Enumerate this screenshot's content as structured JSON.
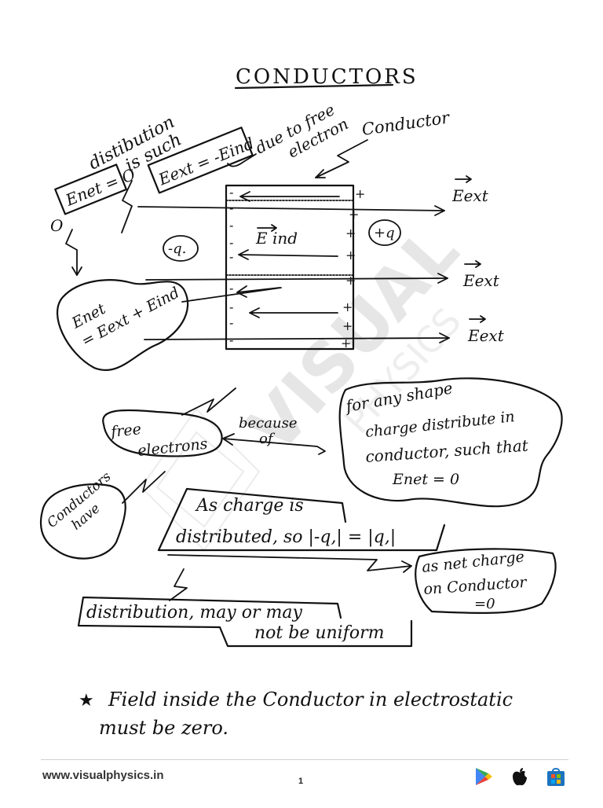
{
  "title": "CONDUCTORS",
  "watermark": {
    "line1": "VISUAL",
    "line2": "PHYSICS"
  },
  "notes": {
    "distribution_such": [
      "distibution",
      "is such"
    ],
    "enet_zero": "Enet = O",
    "eext_minus_eind": "Eext = -Eind",
    "due_to_free_electron": [
      "due to free",
      "electron"
    ],
    "conductor": "Conductor",
    "left_zero": "O",
    "minus_q": "-q.",
    "plus_q": "+q",
    "e_ind": "E ind",
    "e_ext_labels": [
      "Eext",
      "Eext",
      "Eext"
    ],
    "enet_sum": [
      "Enet",
      "= Eext + Eind"
    ],
    "free_electrons": [
      "free",
      "electrons"
    ],
    "because_of": [
      "because",
      "of"
    ],
    "any_shape": [
      "for any shape",
      "charge distribute in",
      "conductor, such that",
      "Enet = 0"
    ],
    "conductors_have": [
      "Conductors",
      "have"
    ],
    "as_charge": [
      "As charge is",
      "distributed, so |-q,| = |q,|"
    ],
    "net_charge": [
      "as net charge",
      "on Conductor",
      "=0"
    ],
    "distribution_uniform": [
      "distribution, may or may",
      "not be uniform"
    ],
    "star": "★",
    "field_inside": [
      "Field inside the Conductor in electrostatic",
      "must be zero."
    ]
  },
  "slab": {
    "left_charges": [
      "-",
      "-",
      "-",
      "-",
      "-",
      "-",
      "-",
      "-",
      "-",
      "-",
      "-",
      "-",
      "-",
      "-",
      "-"
    ],
    "right_charges": [
      "+",
      "+",
      "+",
      "+",
      "+",
      "+",
      "+",
      "+",
      "+",
      "+",
      "+",
      "+"
    ]
  },
  "footer": {
    "url": "www.visualphysics.in",
    "page_number": "1",
    "store_icons": [
      "google-play-icon",
      "apple-icon",
      "microsoft-store-icon"
    ]
  },
  "colors": {
    "ink": "#111111",
    "play_green": "#34a853",
    "play_blue": "#4285f4",
    "play_red": "#ea4335",
    "play_yellow": "#fbbc04",
    "ms_blue": "#1e73be"
  }
}
